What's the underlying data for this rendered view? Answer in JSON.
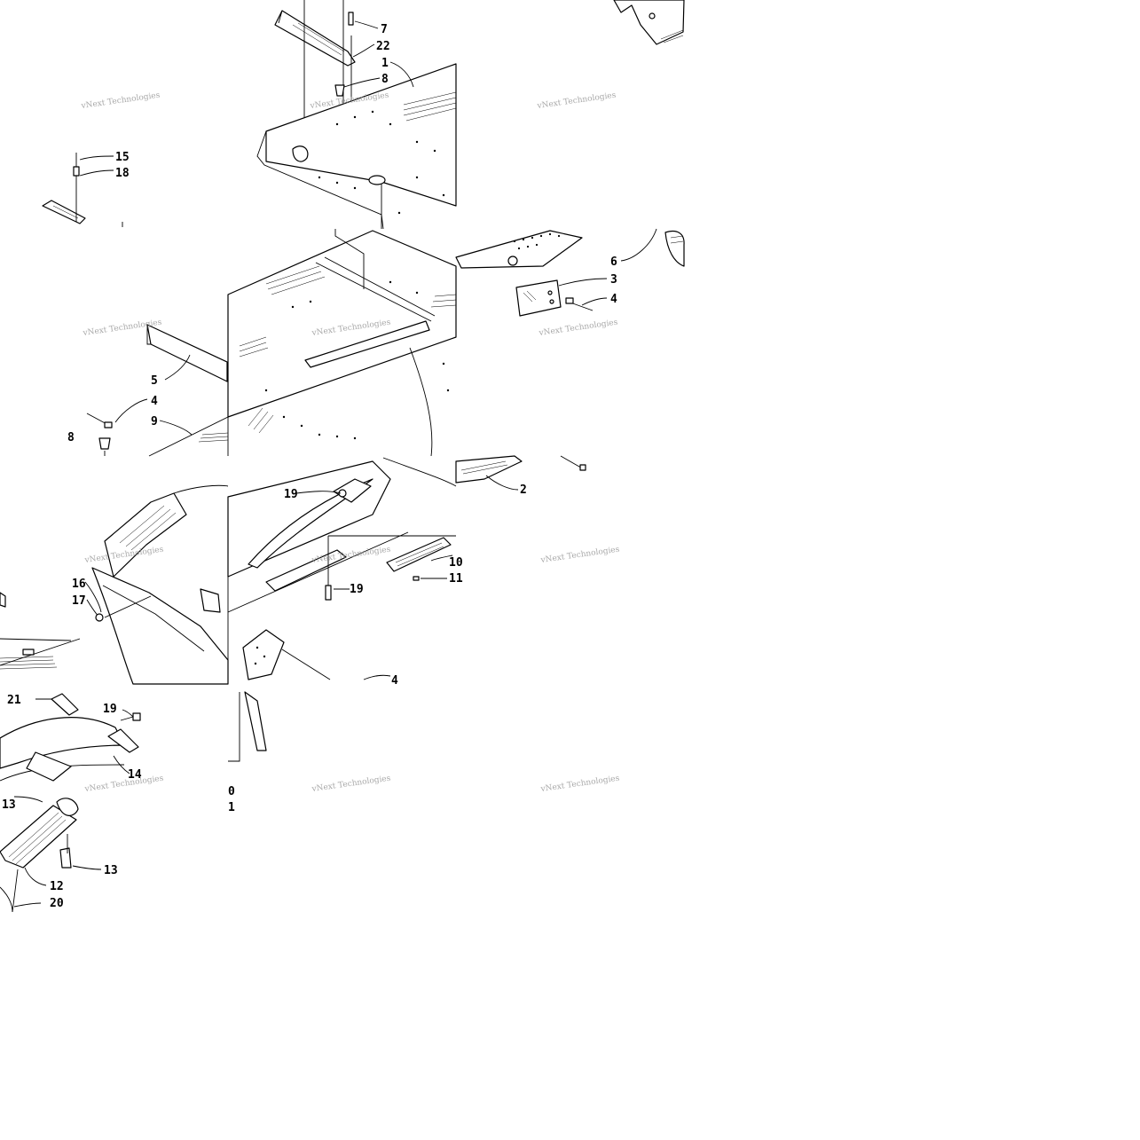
{
  "watermark": {
    "text": "vNext Technologies"
  },
  "callouts": [
    {
      "id": "c7",
      "label": "7"
    },
    {
      "id": "c22",
      "label": "22"
    },
    {
      "id": "c1",
      "label": "1"
    },
    {
      "id": "c8a",
      "label": "8"
    },
    {
      "id": "c15",
      "label": "15"
    },
    {
      "id": "c18",
      "label": "18"
    },
    {
      "id": "c6",
      "label": "6"
    },
    {
      "id": "c3",
      "label": "3"
    },
    {
      "id": "c4a",
      "label": "4"
    },
    {
      "id": "c5",
      "label": "5"
    },
    {
      "id": "c4b",
      "label": "4"
    },
    {
      "id": "c9",
      "label": "9"
    },
    {
      "id": "c8b",
      "label": "8"
    },
    {
      "id": "c2",
      "label": "2"
    },
    {
      "id": "c19a",
      "label": "19"
    },
    {
      "id": "c10",
      "label": "10"
    },
    {
      "id": "c11",
      "label": "11"
    },
    {
      "id": "c16",
      "label": "16"
    },
    {
      "id": "c17",
      "label": "17"
    },
    {
      "id": "c19b",
      "label": "19"
    },
    {
      "id": "c4c",
      "label": "4"
    },
    {
      "id": "c21",
      "label": "21"
    },
    {
      "id": "c19c",
      "label": "19"
    },
    {
      "id": "c14",
      "label": "14"
    },
    {
      "id": "c13a",
      "label": "13"
    },
    {
      "id": "c13b",
      "label": "13"
    },
    {
      "id": "c12",
      "label": "12"
    },
    {
      "id": "c20",
      "label": "20"
    },
    {
      "id": "c0",
      "label": "0"
    },
    {
      "id": "c1b",
      "label": "1"
    }
  ]
}
